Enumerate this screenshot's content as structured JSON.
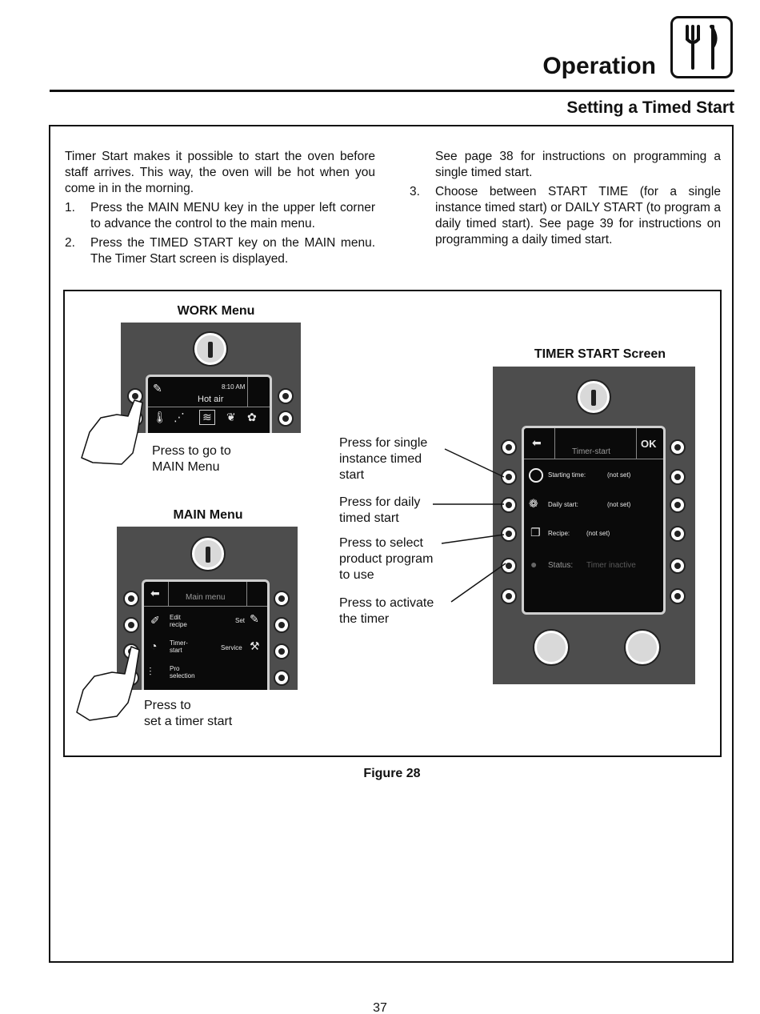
{
  "header": {
    "title": "Operation",
    "section_title": "Setting a Timed Start",
    "icon": "fork-knife-icon"
  },
  "body_text": {
    "intro": "Timer Start makes it possible to start the oven before staff arrives. This way, the oven will be hot when you come in in the morning.",
    "steps": [
      {
        "num": "1.",
        "text": "Press the MAIN MENU key in the upper left corner to advance the control to the main menu."
      },
      {
        "num": "2.",
        "text": "Press the TIMED START key on the MAIN menu. The Timer Start screen is displayed."
      },
      {
        "num": "3.",
        "text": "Choose between START TIME (for a single instance timed start) or DAILY START (to program a daily timed start). See page 39 for instructions on programming a daily timed start."
      }
    ],
    "step2_continuation": "See page 38 for instructions on programming a single timed start."
  },
  "figure": {
    "work_menu": {
      "label": "WORK Menu",
      "screen_time": "8:10 AM",
      "screen_mode": "Hot air",
      "caption_line1": "Press to go to",
      "caption_line2": "MAIN Menu"
    },
    "main_menu": {
      "label": "MAIN Menu",
      "screen_title": "Main menu",
      "items": [
        "Edit recipe",
        "Timer-start",
        "Pro selection",
        "Set",
        "Service"
      ],
      "caption_line1": "Press to",
      "caption_line2": "set a timer start"
    },
    "timer_start": {
      "label": "TIMER START Screen",
      "screen_title": "Timer-start",
      "ok": "OK",
      "rows": [
        {
          "label": "Starting time:",
          "value": "(not set)"
        },
        {
          "label": "Daily start:",
          "value": "(not set)"
        },
        {
          "label": "Recipe:",
          "value": "(not set)"
        },
        {
          "label": "Status:",
          "value": "Timer inactive"
        }
      ]
    },
    "callouts": [
      {
        "lines": [
          "Press for single",
          "instance timed",
          "start"
        ]
      },
      {
        "lines": [
          "Press for daily",
          "timed start"
        ]
      },
      {
        "lines": [
          "Press to select",
          "product program",
          "to use"
        ]
      },
      {
        "lines": [
          "Press to activate",
          "the timer"
        ]
      }
    ],
    "caption": "Figure 28"
  },
  "page_number": "37",
  "colors": {
    "panel": "#4d4d4d",
    "screen": "#0a0a0a",
    "ink": "#111111"
  }
}
